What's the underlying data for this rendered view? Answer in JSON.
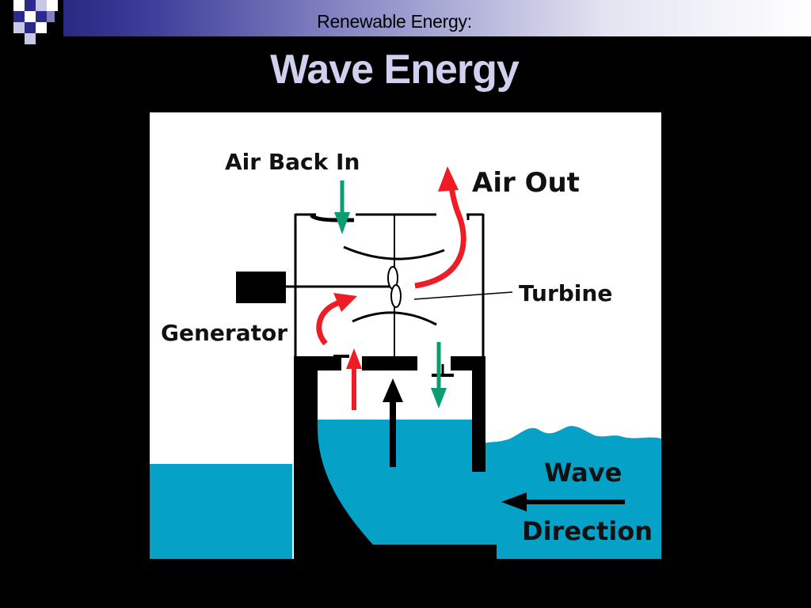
{
  "header": {
    "title": "Renewable Energy:"
  },
  "slide": {
    "title": "Wave Energy"
  },
  "diagram": {
    "labels": {
      "air_back_in": "Air Back In",
      "air_out": "Air Out",
      "turbine": "Turbine",
      "generator": "Generator",
      "wave": "Wave",
      "direction": "Direction"
    },
    "colors": {
      "water": "#05a1c6",
      "air_out_arrow": "#ee1c24",
      "air_in_arrow": "#0c9c72",
      "structure": "#000000",
      "background": "#ffffff"
    }
  }
}
